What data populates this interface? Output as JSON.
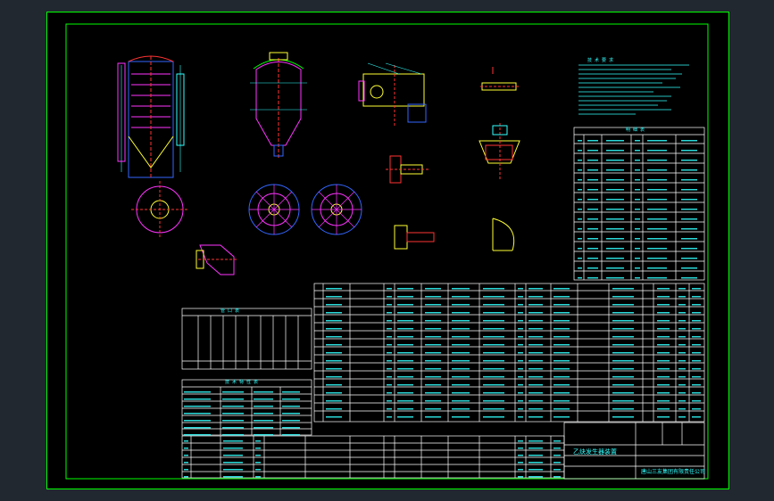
{
  "colors": {
    "background_outer": "#212830",
    "sheet": "#000000",
    "frame": "#00ff00",
    "table_lines": "#ffffff",
    "text_cyan": "#33ffff",
    "parts_blue": "#3366ff",
    "parts_magenta": "#ff33ff",
    "parts_red": "#ff3333",
    "parts_yellow": "#ffff33"
  },
  "title_block": {
    "drawing_title": "乙炔发生器装置",
    "company": "唐山三友集团有限责任公司"
  },
  "tables": {
    "technical_requirements_title": "技 术 要 求",
    "parts_list_title": "明 细 表",
    "pipe_nozzle_table_title": "管 口 表",
    "technical_characteristics_title": "技 术 特 性 表"
  }
}
